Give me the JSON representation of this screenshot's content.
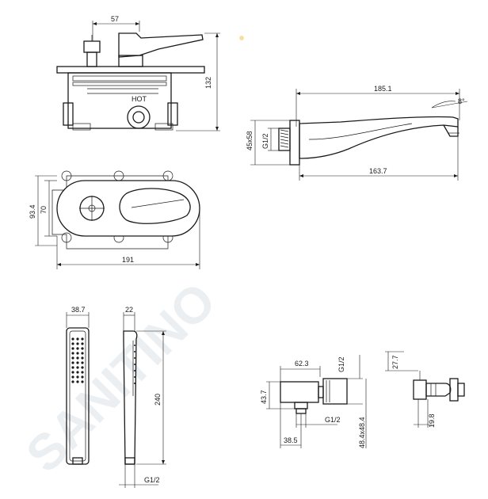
{
  "watermark": "SANITINO",
  "labels": {
    "dim_57": "57",
    "dim_132": "132",
    "hot": "HOT",
    "dim_185_1": "185.1",
    "angle_8": "8°",
    "dim_45x58": "45x58",
    "g12_spout": "G1/2",
    "dim_163_7": "163.7",
    "dim_93_4": "93.4",
    "dim_70": "70",
    "dim_191": "191",
    "dim_38_7": "38.7",
    "dim_22": "22",
    "dim_240": "240",
    "g12_shower": "G1/2",
    "dim_62_3": "62.3",
    "g12_outlet_top": "G1/2",
    "dim_43_7": "43.7",
    "g12_outlet_bottom": "G1/2",
    "dim_38_5": "38.5",
    "dim_48x48": "48.4x48.4",
    "dim_27_7": "27.7",
    "dim_19_8": "19.8"
  },
  "colors": {
    "line": "#1a1a1a",
    "watermark": "#d6dde4",
    "accent_dot": "#f1c232"
  }
}
